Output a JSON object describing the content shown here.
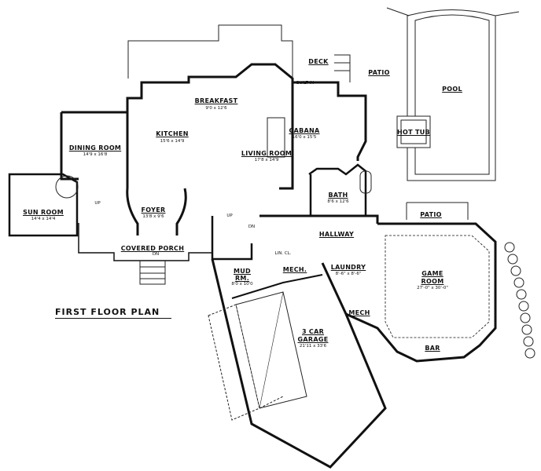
{
  "title": "FIRST FLOOR PLAN",
  "rooms": {
    "deck": {
      "name": "DECK"
    },
    "built_in": {
      "name": "BUILT-IN"
    },
    "patio_top": {
      "name": "PATIO"
    },
    "pool": {
      "name": "POOL"
    },
    "hot_tub": {
      "name": "HOT TUB"
    },
    "breakfast": {
      "name": "BREAKFAST",
      "dims": "9'0 x 12'6"
    },
    "kitchen": {
      "name": "KITCHEN",
      "dims": "15'6 x 14'9"
    },
    "dining": {
      "name": "DINING ROOM",
      "dims": "14'9 x 16'8"
    },
    "living": {
      "name": "LIVING ROOM",
      "dims": "17'8 x 14'9"
    },
    "cabana": {
      "name": "CABANA",
      "dims": "16'0 x 15'5"
    },
    "bath": {
      "name": "BATH",
      "dims": "8'6 x 12'6"
    },
    "sun": {
      "name": "SUN ROOM",
      "dims": "14'4 x 14'4"
    },
    "foyer": {
      "name": "FOYER",
      "dims": "13'8 x 9'6"
    },
    "porch": {
      "name": "COVERED PORCH",
      "note": "DN"
    },
    "hallway": {
      "name": "HALLWAY"
    },
    "linen": {
      "name": "LIN. CL."
    },
    "patio_right": {
      "name": "PATIO"
    },
    "laundry": {
      "name": "LAUNDRY",
      "dims": "8'-6\" x 8'-6\""
    },
    "mech1": {
      "name": "MECH."
    },
    "mech2": {
      "name": "MECH"
    },
    "mud": {
      "name": "MUD",
      "name2": "RM.",
      "dims": "8'0 x 10'0"
    },
    "garage": {
      "name": "3 CAR",
      "name2": "GARAGE",
      "dims": "21'11 x 33'6"
    },
    "game": {
      "name": "GAME",
      "name2": "ROOM",
      "dims": "27'-0\" x 30'-0\""
    },
    "bar": {
      "name": "BAR"
    }
  },
  "stairs": {
    "up1": "UP",
    "up2": "UP",
    "dn1": "DN"
  }
}
